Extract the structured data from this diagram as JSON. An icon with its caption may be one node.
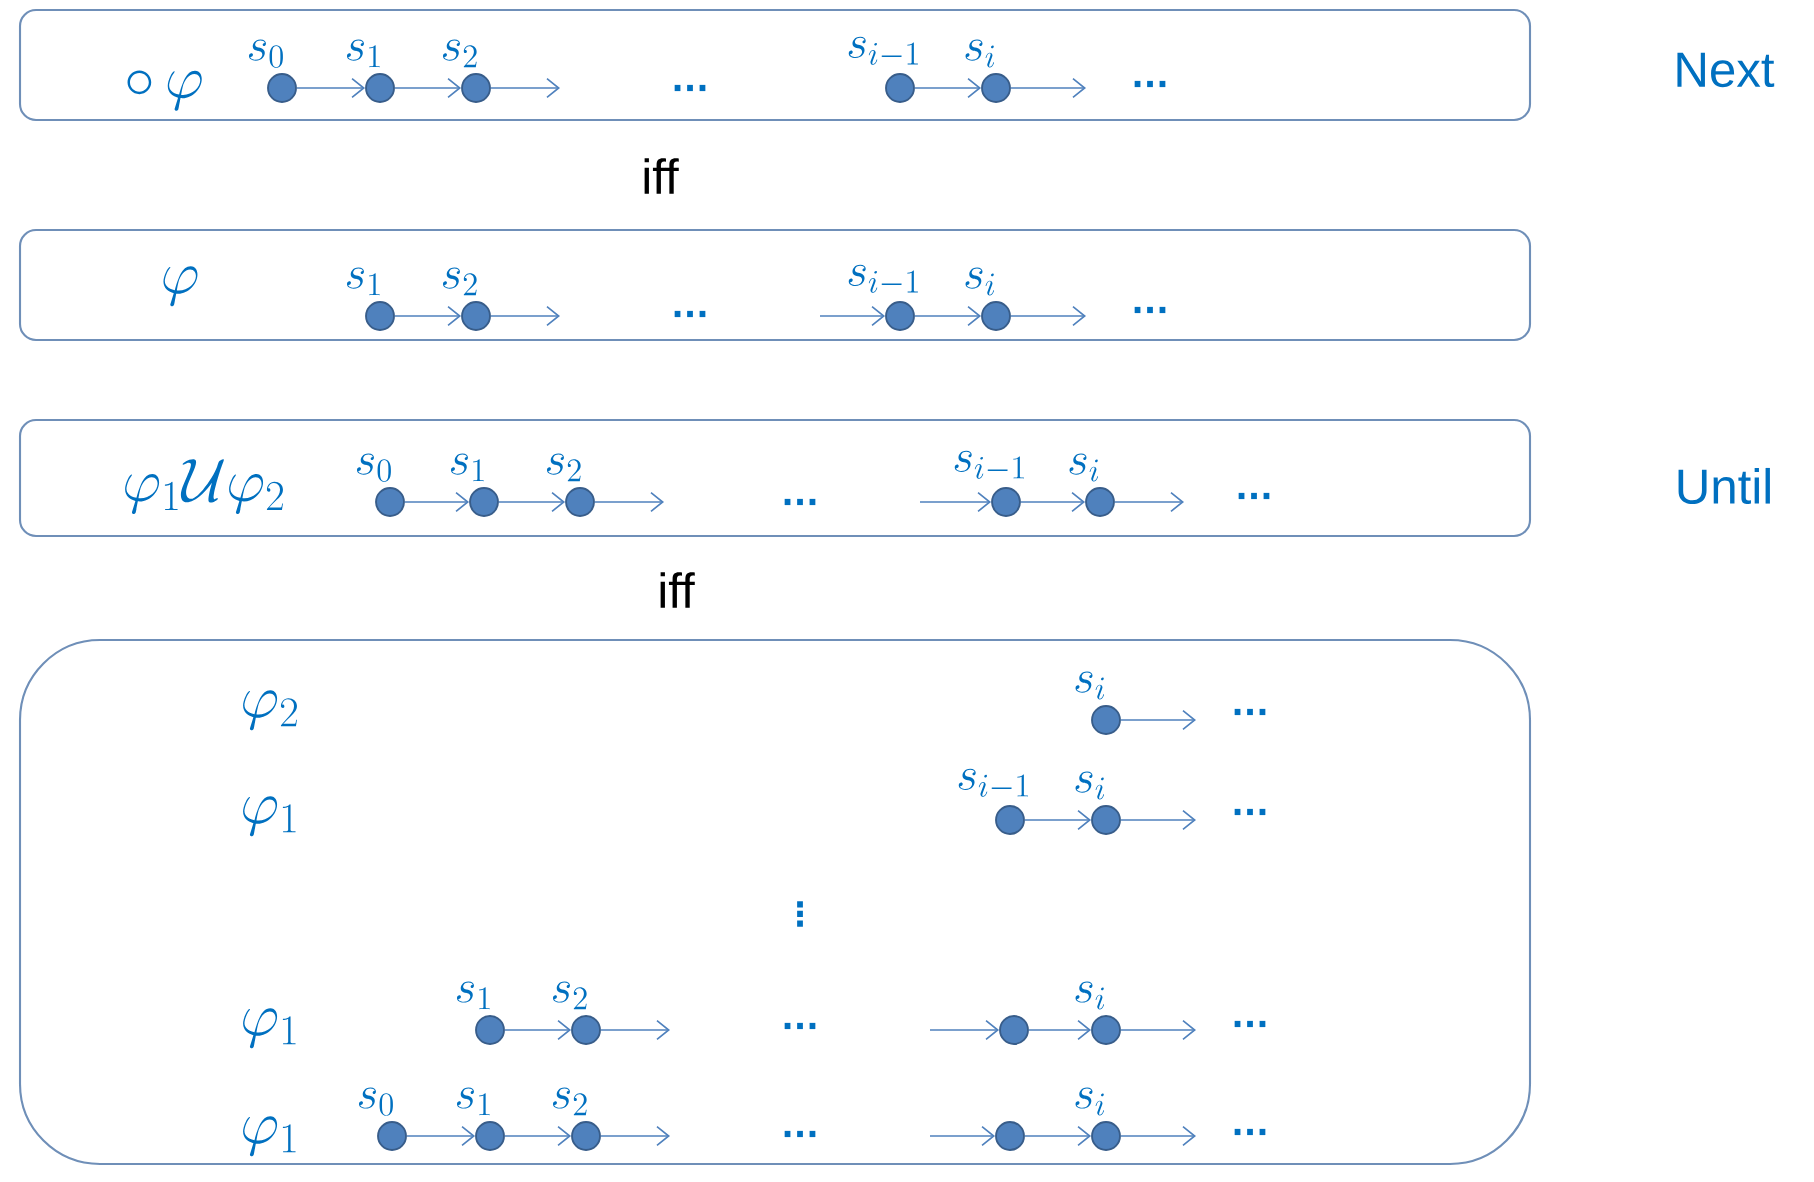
{
  "diagram": {
    "nodes": [
      {
        "text": [
          "\\circ\\, \\varphi"
        ]
      },
      {
        "text": [],
        "shape": "circle",
        "beside": [
          "s_0"
        ],
        "in": 0
      },
      {
        "text": [],
        "shape": "circle",
        "beside": [
          "s_1"
        ],
        "in": 0
      },
      {
        "text": [],
        "shape": "circle",
        "beside": [
          "s_2"
        ],
        "in": 0
      },
      {
        "text": [],
        "shape": "circle",
        "beside": [
          "s_{i-1}"
        ],
        "in": 0
      },
      {
        "text": [],
        "shape": "circle",
        "beside": [
          "s_i"
        ],
        "in": 0
      },
      {
        "text": [
          "\\varphi"
        ]
      },
      {
        "text": [],
        "shape": "circle",
        "beside": [
          "s_1"
        ],
        "in": 6
      },
      {
        "text": [],
        "shape": "circle",
        "beside": [
          "s_2"
        ],
        "in": 6
      },
      {
        "text": [],
        "shape": "circle",
        "beside": [
          "s_{i-1}"
        ],
        "in": 6
      },
      {
        "text": [],
        "shape": "circle",
        "beside": [
          "s_i"
        ],
        "in": 6
      },
      {
        "text": [
          "\\varphi_1 \\mathcal{U} \\varphi_2"
        ]
      },
      {
        "text": [],
        "shape": "circle",
        "beside": [
          "s_0"
        ],
        "in": 11
      },
      {
        "text": [],
        "shape": "circle",
        "beside": [
          "s_1"
        ],
        "in": 11
      },
      {
        "text": [],
        "shape": "circle",
        "beside": [
          "s_2"
        ],
        "in": 11
      },
      {
        "text": [],
        "shape": "circle",
        "beside": [
          "s_{i-1}"
        ],
        "in": 11
      },
      {
        "text": [],
        "shape": "circle",
        "beside": [
          "s_i"
        ],
        "in": 11
      },
      {
        "text": [
          "\\varphi_2",
          "\\varphi_1",
          "\\varphi_1",
          "\\varphi_1"
        ]
      },
      {
        "text": [],
        "shape": "circle",
        "beside": [
          "s_i"
        ],
        "in": 17
      },
      {
        "text": [],
        "shape": "circle",
        "beside": [
          "s_{i-1}"
        ],
        "in": 17
      },
      {
        "text": [],
        "shape": "circle",
        "beside": [
          "s_i"
        ],
        "in": 17
      },
      {
        "text": [],
        "shape": "circle",
        "beside": [
          "s_1"
        ],
        "in": 17
      },
      {
        "text": [],
        "shape": "circle",
        "beside": [
          "s_2"
        ],
        "in": 17
      },
      {
        "text": [],
        "shape": "circle",
        "in": 17
      },
      {
        "text": [],
        "shape": "circle",
        "beside": [
          "s_i"
        ],
        "in": 17
      },
      {
        "text": [],
        "shape": "circle",
        "beside": [
          "s_0"
        ],
        "in": 17
      },
      {
        "text": [],
        "shape": "circle",
        "beside": [
          "s_1"
        ],
        "in": 17
      },
      {
        "text": [],
        "shape": "circle",
        "beside": [
          "s_2"
        ],
        "in": 17
      },
      {
        "text": [],
        "shape": "circle",
        "in": 17
      },
      {
        "text": [],
        "shape": "circle",
        "beside": [
          "s_i"
        ],
        "in": 17
      }
    ],
    "edges": [
      {
        "from": 1,
        "to": 2,
        "arrow": "to"
      },
      {
        "from": 2,
        "to": 3,
        "arrow": "to"
      },
      {
        "from": 3,
        "to": null,
        "arrow": "to"
      },
      {
        "from": 4,
        "to": 5,
        "arrow": "to"
      },
      {
        "from": 5,
        "to": null,
        "arrow": "to"
      },
      {
        "from": 7,
        "to": 8,
        "arrow": "to"
      },
      {
        "from": 8,
        "to": null,
        "arrow": "to"
      },
      {
        "from": null,
        "to": 9,
        "arrow": "to"
      },
      {
        "from": 9,
        "to": 10,
        "arrow": "to"
      },
      {
        "from": 10,
        "to": null,
        "arrow": "to"
      },
      {
        "from": 12,
        "to": 13,
        "arrow": "to"
      },
      {
        "from": 13,
        "to": 14,
        "arrow": "to"
      },
      {
        "from": 14,
        "to": null,
        "arrow": "to"
      },
      {
        "from": null,
        "to": 15,
        "arrow": "to"
      },
      {
        "from": 15,
        "to": 16,
        "arrow": "to"
      },
      {
        "from": 16,
        "to": null,
        "arrow": "to"
      },
      {
        "from": 18,
        "to": null,
        "arrow": "to"
      },
      {
        "from": 19,
        "to": 20,
        "arrow": "to"
      },
      {
        "from": 20,
        "to": null,
        "arrow": "to"
      },
      {
        "from": 21,
        "to": 22,
        "arrow": "to"
      },
      {
        "from": 22,
        "to": null,
        "arrow": "to"
      },
      {
        "from": null,
        "to": 23,
        "arrow": "to"
      },
      {
        "from": 23,
        "to": 24,
        "arrow": "to"
      },
      {
        "from": 24,
        "to": null,
        "arrow": "to"
      },
      {
        "from": 25,
        "to": 26,
        "arrow": "to"
      },
      {
        "from": 26,
        "to": 27,
        "arrow": "to"
      },
      {
        "from": 27,
        "to": null,
        "arrow": "to"
      },
      {
        "from": null,
        "to": 28,
        "arrow": "to"
      },
      {
        "from": 28,
        "to": 29,
        "arrow": "to"
      },
      {
        "from": 29,
        "to": null,
        "arrow": "to"
      }
    ],
    "labels": [
      "...",
      "...",
      "Next",
      "iff",
      "...",
      "...",
      "...",
      "...",
      "Until",
      "iff",
      "...",
      "...",
      "⋮",
      "...",
      "...",
      "...",
      "..."
    ]
  }
}
